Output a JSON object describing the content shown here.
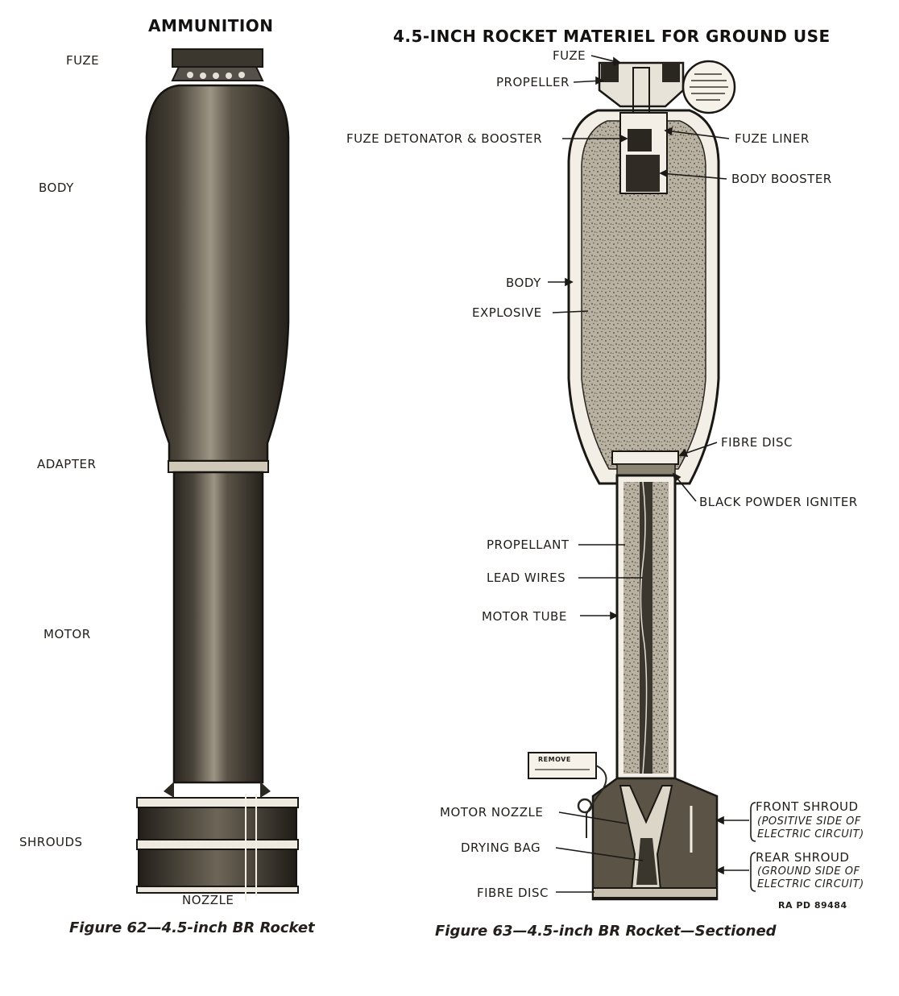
{
  "left": {
    "title": "AMMUNITION",
    "labels": {
      "fuze": "FUZE",
      "body": "BODY",
      "adapter": "ADAPTER",
      "motor": "MOTOR",
      "shrouds": "SHROUDS",
      "nozzle": "NOZZLE"
    },
    "caption": "Figure 62—4.5-inch BR Rocket"
  },
  "right": {
    "title": "4.5-INCH ROCKET MATERIEL FOR GROUND USE",
    "labels": {
      "fuze": "FUZE",
      "propeller": "PROPELLER",
      "fuze_detonator_booster": "FUZE DETONATOR & BOOSTER",
      "fuze_liner": "FUZE LINER",
      "body_booster": "BODY BOOSTER",
      "body": "BODY",
      "explosive": "EXPLOSIVE",
      "fibre_disc_top": "FIBRE DISC",
      "black_powder_igniter": "BLACK POWDER IGNITER",
      "propellant": "PROPELLANT",
      "lead_wires": "LEAD WIRES",
      "motor_tube": "MOTOR TUBE",
      "motor_nozzle": "MOTOR NOZZLE",
      "drying_bag": "DRYING BAG",
      "fibre_disc_bottom": "FIBRE DISC",
      "front_shroud": "FRONT SHROUD",
      "front_shroud_note_1": "(POSITIVE SIDE OF",
      "front_shroud_note_2": "ELECTRIC CIRCUIT)",
      "rear_shroud": "REAR SHROUD",
      "rear_shroud_note_1": "(GROUND SIDE OF",
      "rear_shroud_note_2": "ELECTRIC CIRCUIT)",
      "tag_text": "REMOVE"
    },
    "ref_code": "RA PD 89484",
    "caption": "Figure 63—4.5-inch BR Rocket—Sectioned"
  }
}
